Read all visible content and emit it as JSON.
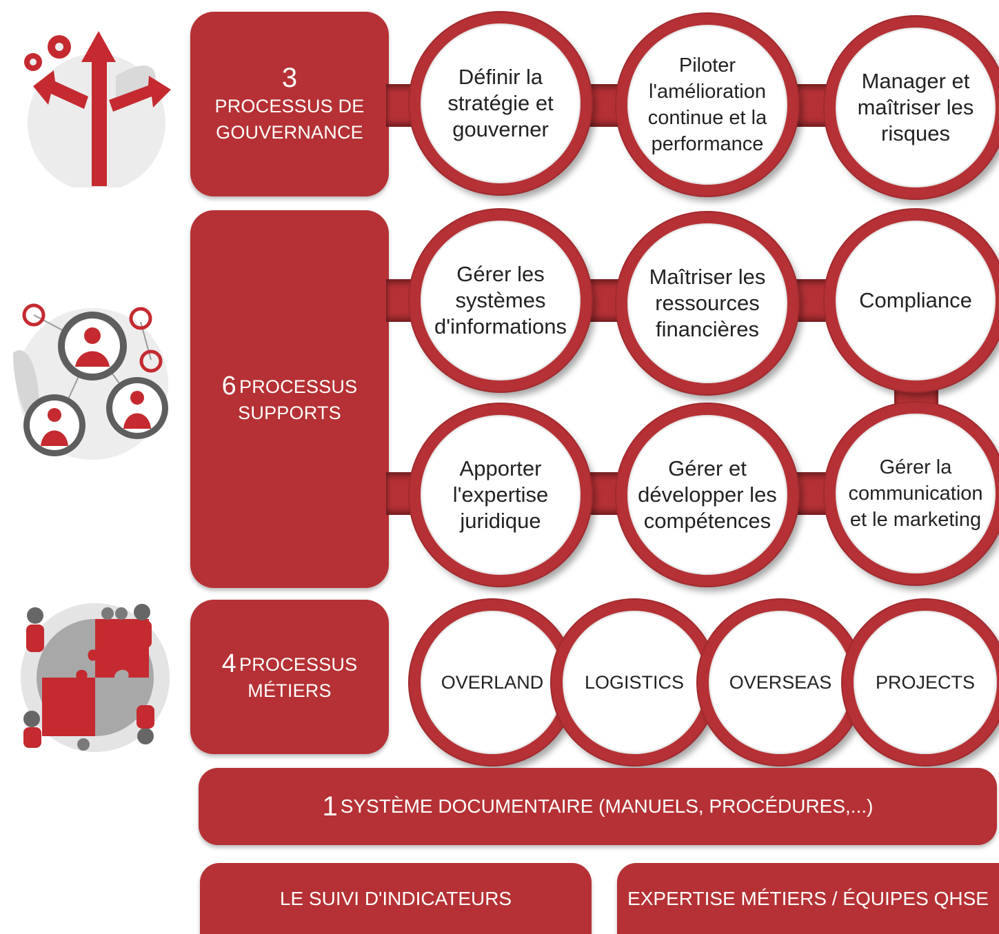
{
  "governance": {
    "number": "3",
    "title_line1": "PROCESSUS DE",
    "title_line2": "GOUVERNANCE",
    "items": [
      [
        "Définir la",
        "stratégie et",
        "gouverner"
      ],
      [
        "Piloter",
        "l'amélioration",
        "continue et la",
        "performance"
      ],
      [
        "Manager et",
        "maîtriser les",
        "risques"
      ]
    ]
  },
  "supports": {
    "number": "6",
    "title_line1": "PROCESSUS",
    "title_line2": "SUPPORTS",
    "row1": [
      [
        "Gérer les",
        "systèmes",
        "d'informations"
      ],
      [
        "Maîtriser les",
        "ressources",
        "financières"
      ],
      [
        "Compliance"
      ]
    ],
    "row2": [
      [
        "Apporter",
        "l'expertise",
        "juridique"
      ],
      [
        "Gérer et",
        "développer les",
        "compétences"
      ],
      [
        "Gérer la",
        "communication",
        "et le marketing"
      ]
    ]
  },
  "metiers": {
    "number": "4",
    "title_line1": "PROCESSUS",
    "title_line2": "MÉTIERS",
    "items": [
      "OVERLAND",
      "LOGISTICS",
      "OVERSEAS",
      "PROJECTS"
    ]
  },
  "documentary": {
    "number": "1",
    "label": "SYSTÈME DOCUMENTAIRE (MANUELS, PROCÉDURES,...)"
  },
  "footer": {
    "left": "LE SUIVI D'INDICATEURS",
    "right": "EXPERTISE MÉTIERS / ÉQUIPES QHSE"
  },
  "colors": {
    "accent": "#b53135",
    "grey": "#c9c9c9"
  },
  "icons": [
    "crossroads-arrows-icon",
    "team-gears-icon",
    "puzzle-team-icon"
  ]
}
